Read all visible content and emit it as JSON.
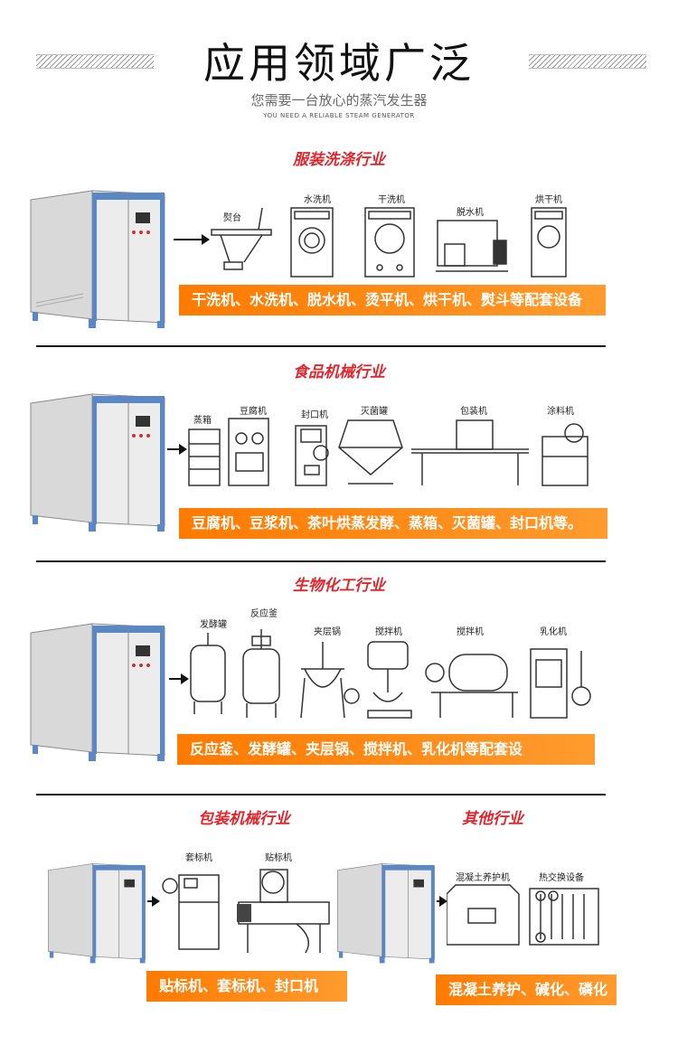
{
  "header": {
    "title": "应用领域广泛",
    "subtitle": "您需要一台放心的蒸汽发生器",
    "subtitle_en": "YOU NEED A RELIABLE STEAM GENERATOR"
  },
  "sections": [
    {
      "title": "服装洗涤行业",
      "equipment": [
        "熨台",
        "水洗机",
        "干洗机",
        "脱水机",
        "烘干机"
      ],
      "banner": "干洗机、水洗机、脱水机、烫平机、烘干机、熨斗等配套设备"
    },
    {
      "title": "食品机械行业",
      "equipment": [
        "蒸箱",
        "豆腐机",
        "封口机",
        "灭菌罐",
        "包装机",
        "涂料机"
      ],
      "banner": "豆腐机、豆浆机、茶叶烘蒸发酵、蒸箱、灭菌罐、封口机等。"
    },
    {
      "title": "生物化工行业",
      "equipment": [
        "发酵罐",
        "反应釜",
        "夹层锅",
        "搅拌机",
        "搅拌机",
        "乳化机"
      ],
      "banner": "反应釜、发酵罐、夹层锅、搅拌机、乳化机等配套设"
    },
    {
      "title": "包装机械行业",
      "equipment": [
        "套标机",
        "贴标机"
      ],
      "banner": "贴标机、套标机、封口机"
    },
    {
      "title": "其他行业",
      "equipment": [
        "混凝土养护机",
        "热交换设备"
      ],
      "banner": "混凝土养护、碱化、磷化"
    }
  ],
  "colors": {
    "accent_red": "#e0262d",
    "banner_orange": "#ff7a00",
    "frame_blue": "#5b87c5"
  }
}
